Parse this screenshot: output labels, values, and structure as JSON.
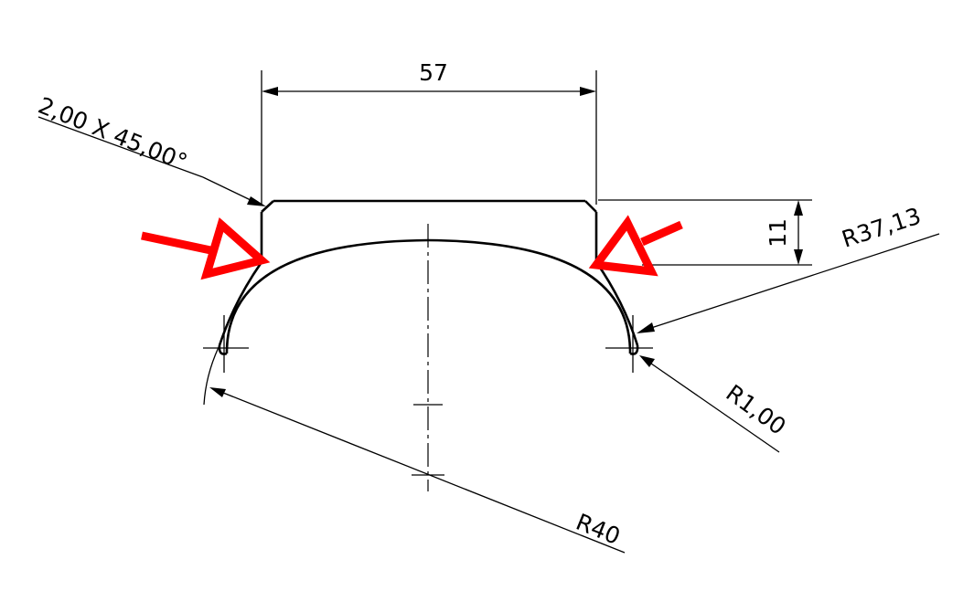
{
  "dimensions": {
    "width": "57",
    "height": "11",
    "chamfer": "2,00 X 45,00°",
    "inner_radius": "R37,13",
    "fillet_radius": "R1,00",
    "outer_radius": "R40"
  },
  "colors": {
    "line": "#000000",
    "marker": "#ff0000",
    "background": "#ffffff"
  }
}
